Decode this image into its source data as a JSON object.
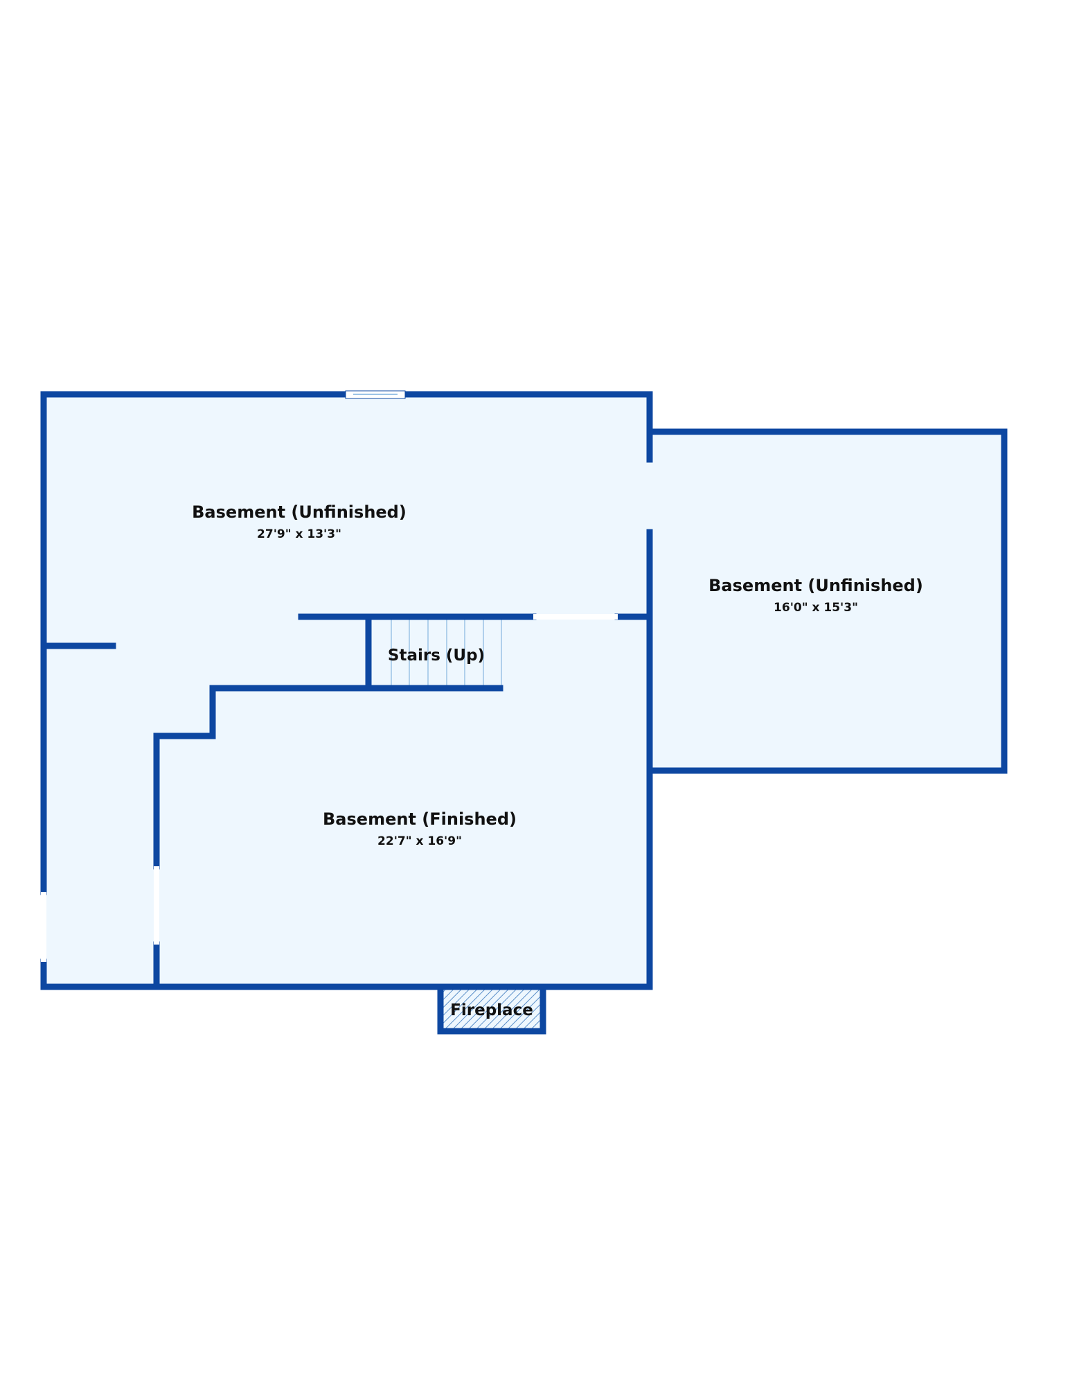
{
  "colors": {
    "wall": "#0d47a1",
    "floor": "#eef7fe",
    "opening": "#ffffff",
    "stair_line": "#9cc3e6",
    "hatch": "#5b8fc9",
    "text": "#111111"
  },
  "rooms": {
    "unfinished_main": {
      "name": "Basement (Unfinished)",
      "dimensions": "27'9\" x 13'3\""
    },
    "unfinished_side": {
      "name": "Basement (Unfinished)",
      "dimensions": "16'0\" x 15'3\""
    },
    "finished": {
      "name": "Basement (Finished)",
      "dimensions": "22'7\" x 16'9\""
    }
  },
  "features": {
    "stairs": {
      "label": "Stairs (Up)"
    },
    "fireplace": {
      "label": "Fireplace"
    }
  }
}
